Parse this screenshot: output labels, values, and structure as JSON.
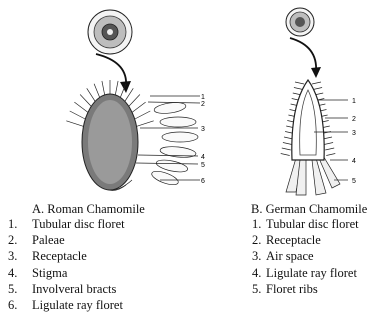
{
  "roman": {
    "title": "A. Roman Chamomile",
    "callouts": [
      "1",
      "2",
      "3",
      "4",
      "5",
      "6"
    ],
    "items": [
      {
        "num": "1.",
        "text": "Tubular disc floret"
      },
      {
        "num": "2.",
        "text": "Paleae"
      },
      {
        "num": "3.",
        "text": "Receptacle"
      },
      {
        "num": "4.",
        "text": "Stigma"
      },
      {
        "num": "5.",
        "text": "Involveral bracts"
      },
      {
        "num": "6.",
        "text": "Ligulate ray floret"
      }
    ]
  },
  "german": {
    "title": "B. German Chamomile",
    "callouts": [
      "1",
      "2",
      "3",
      "4",
      "5"
    ],
    "items": [
      {
        "num": "1.",
        "text": "Tubular disc floret"
      },
      {
        "num": "2.",
        "text": "Receptacle"
      },
      {
        "num": "3.",
        "text": "Air space"
      },
      {
        "num": "4.",
        "text": "Ligulate ray floret"
      },
      {
        "num": "5.",
        "text": "Floret ribs"
      }
    ]
  }
}
